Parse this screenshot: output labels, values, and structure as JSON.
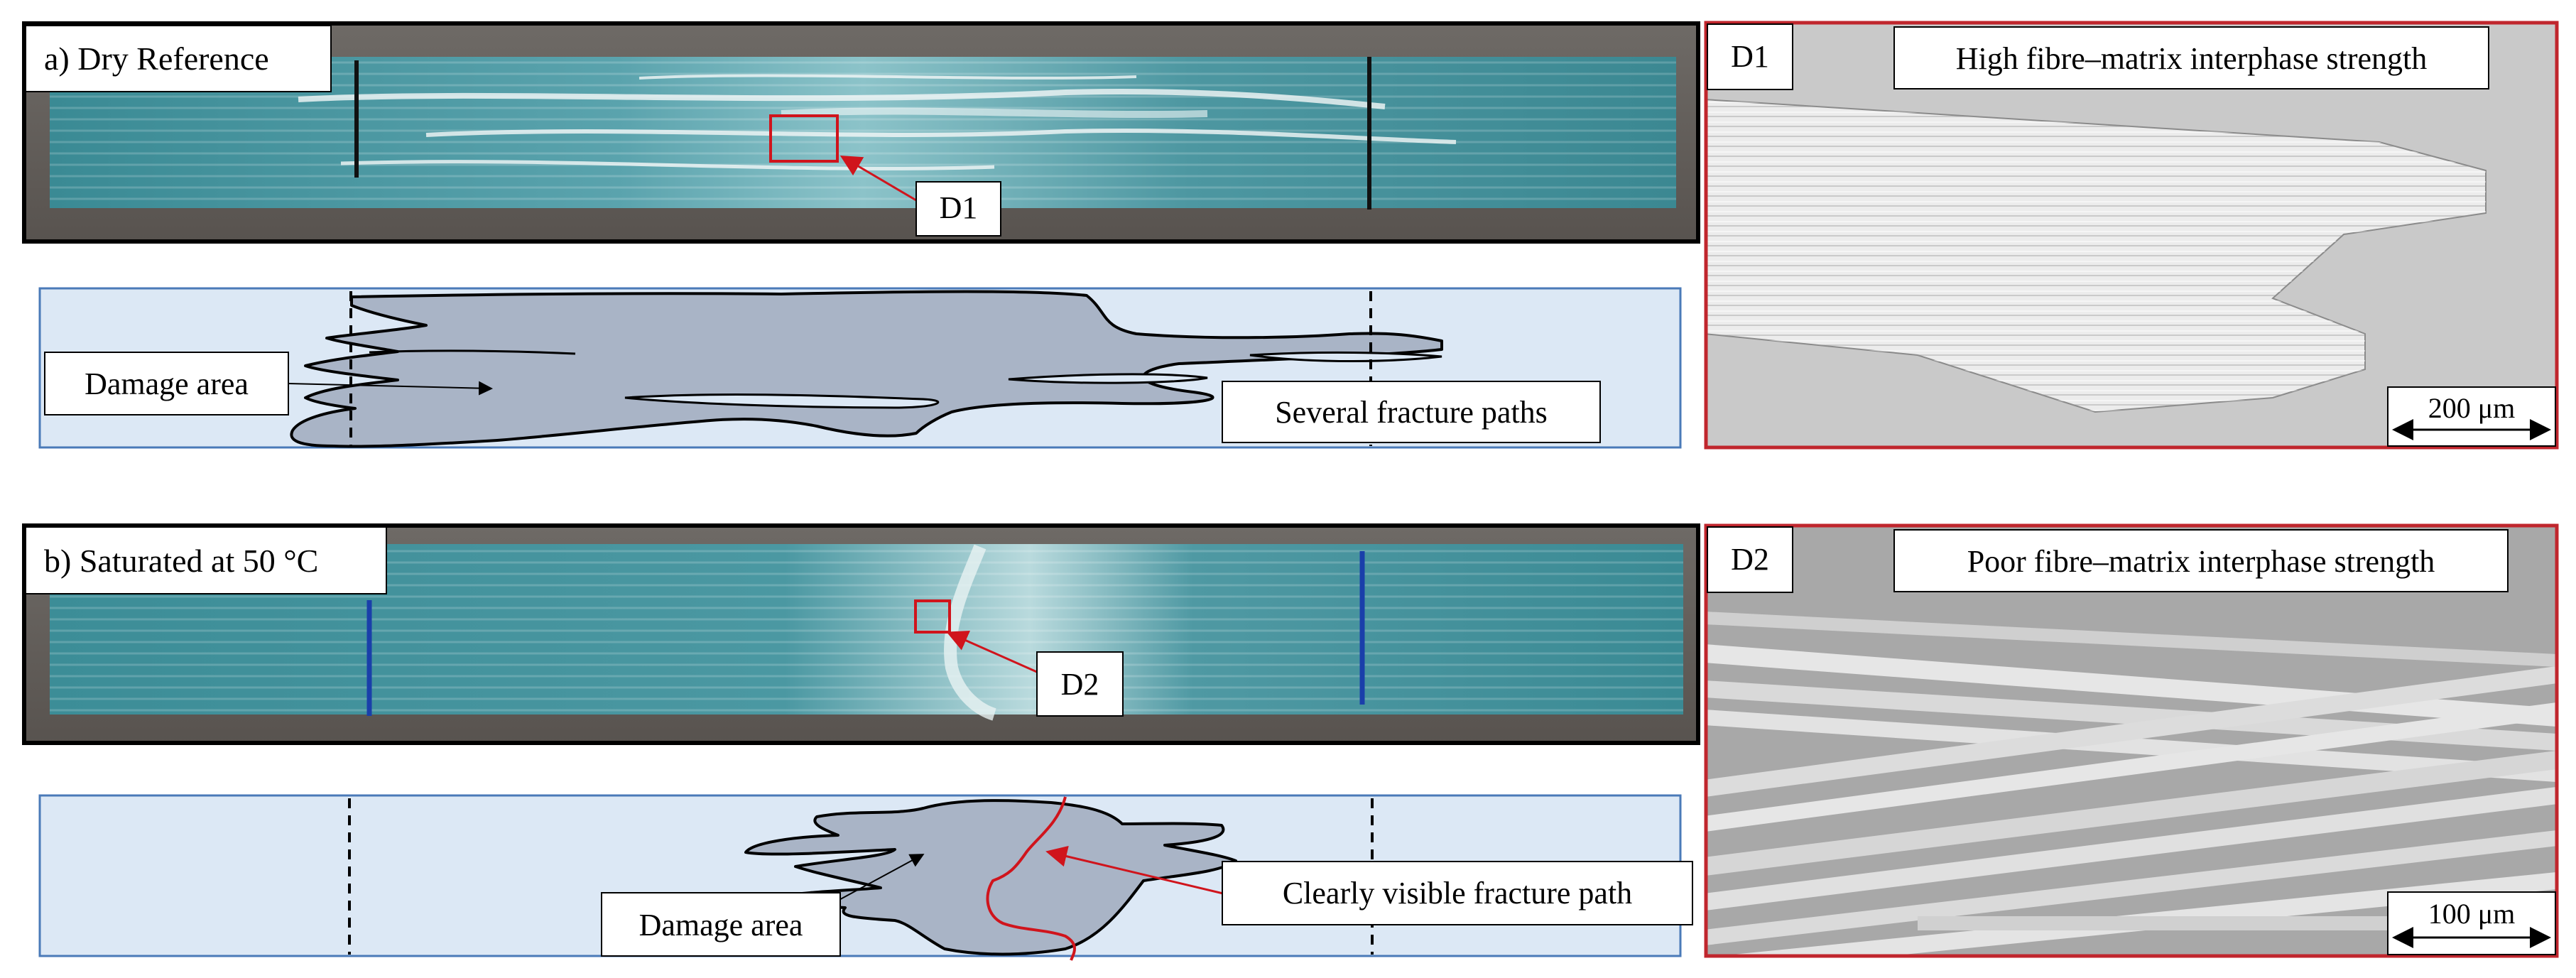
{
  "panel_a": {
    "label": "a) Dry Reference",
    "callout": "D1",
    "damage_label": "Damage area",
    "paths_label": "Several fracture paths"
  },
  "panel_b": {
    "label": "b) Saturated at 50 °C",
    "callout": "D2",
    "damage_label": "Damage area",
    "paths_label": "Clearly visible fracture path"
  },
  "micro_d1": {
    "tag": "D1",
    "title": "High fibre–matrix interphase strength",
    "scale": "200 μm"
  },
  "micro_d2": {
    "tag": "D2",
    "title": "Poor fibre–matrix interphase strength",
    "scale": "100 μm"
  },
  "colors": {
    "specimen": "#3f8f98",
    "schematic_bg": "#dce8f5",
    "schematic_border": "#4a7ab8",
    "damage_fill": "#a9b4c6",
    "micro_border": "#c0262d",
    "highlight": "#d0141c"
  }
}
